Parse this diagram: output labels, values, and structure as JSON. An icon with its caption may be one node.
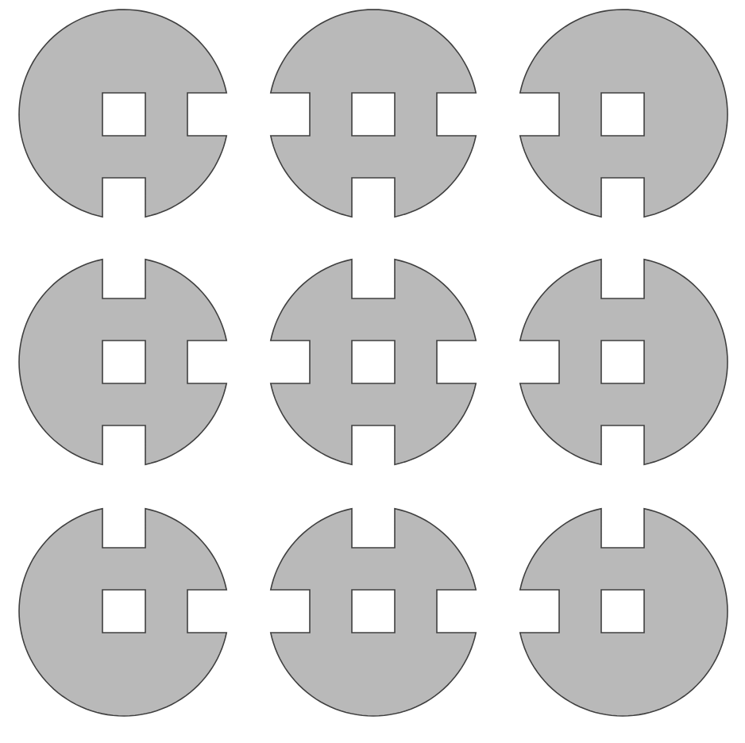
{
  "diagram": {
    "nodes": [
      {
        "text": [],
        "shape": "circle"
      },
      {
        "text": [],
        "shape": "circle"
      },
      {
        "text": [],
        "shape": "circle"
      },
      {
        "text": [],
        "shape": "circle"
      },
      {
        "text": [],
        "shape": "circle"
      },
      {
        "text": [],
        "shape": "circle"
      },
      {
        "text": [],
        "shape": "circle"
      },
      {
        "text": [],
        "shape": "circle"
      },
      {
        "text": [],
        "shape": "circle"
      }
    ]
  }
}
